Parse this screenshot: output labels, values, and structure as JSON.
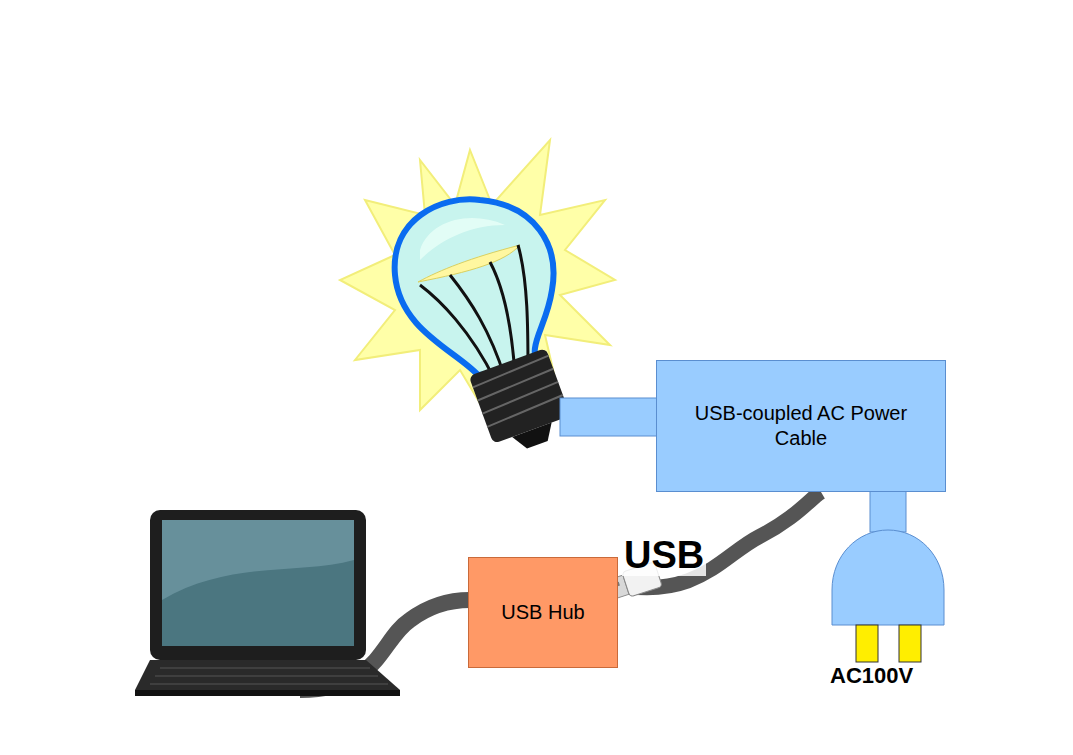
{
  "diagram": {
    "nodes": [
      {
        "text": [
          "USB-coupled AC Power Cable"
        ]
      },
      {
        "text": [
          "USB Hub"
        ]
      }
    ],
    "edges": [
      {
        "from": 1,
        "to": 0,
        "arrow": "none"
      }
    ],
    "labels": [
      "USB",
      "AC100V"
    ]
  }
}
